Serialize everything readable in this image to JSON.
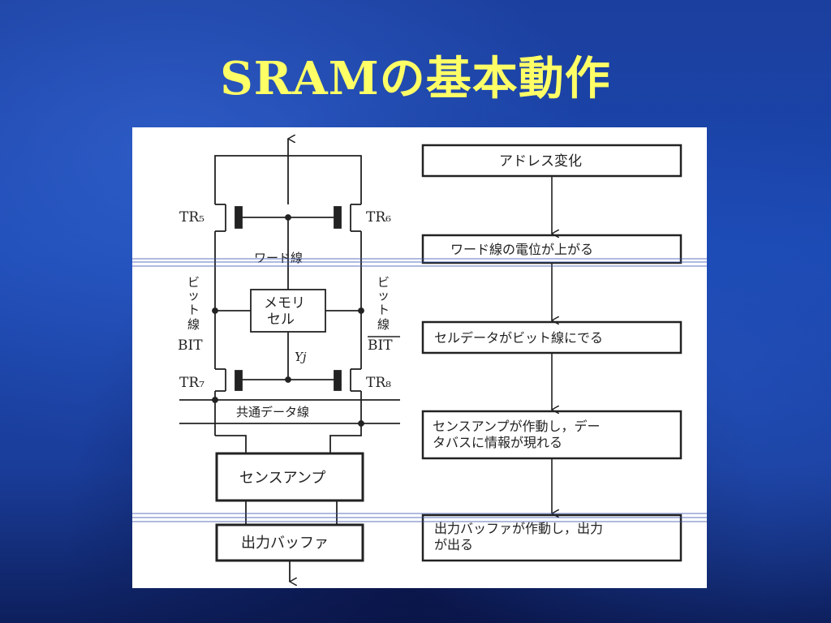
{
  "slide": {
    "title": "SRAMの基本動作"
  },
  "circuit": {
    "tr5": "TR₅",
    "tr6": "TR₆",
    "tr7": "TR₇",
    "tr8": "TR₈",
    "word_line": "ワード線",
    "bit_line_left_1": "ビ",
    "bit_line_left_2": "ッ",
    "bit_line_left_3": "ト",
    "bit_line_left_4": "線",
    "bit_left": "BIT",
    "bit_line_right_1": "ビ",
    "bit_line_right_2": "ッ",
    "bit_line_right_3": "ト",
    "bit_line_right_4": "線",
    "bit_right": "BIT",
    "memory_cell_1": "メモリ",
    "memory_cell_2": "セル",
    "yj": "Yj",
    "common_data_line": "共通データ線",
    "sense_amp": "センスアンプ",
    "output_buffer": "出力バッファ"
  },
  "flow": {
    "step1": "アドレス変化",
    "step2": "ワード線の電位が上がる",
    "step3": "セルデータがビット線にでる",
    "step4_line1": "センスアンプが作動し，デー",
    "step4_line2": "タバスに情報が現れる",
    "step5_line1": "出力バッファが作動し，出力",
    "step5_line2": "が出る"
  }
}
